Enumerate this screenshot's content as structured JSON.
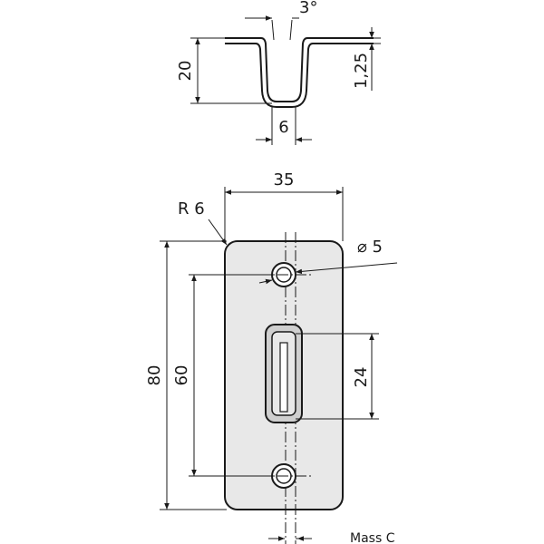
{
  "drawing": {
    "angle_label": "3°",
    "depth_label": "20",
    "thickness_label": "1,25",
    "slot_width_label": "6",
    "plate_width_label": "35",
    "radius_label": "R 6",
    "hole_label": "⌀ 5",
    "height_label": "80",
    "hole_spacing_label": "60",
    "slot_length_label": "24",
    "note_label": "Mass C"
  },
  "colors": {
    "plate_fill": "#e8e8e8",
    "slot_fill": "#cfcfcf",
    "line": "#1a1a1a"
  }
}
